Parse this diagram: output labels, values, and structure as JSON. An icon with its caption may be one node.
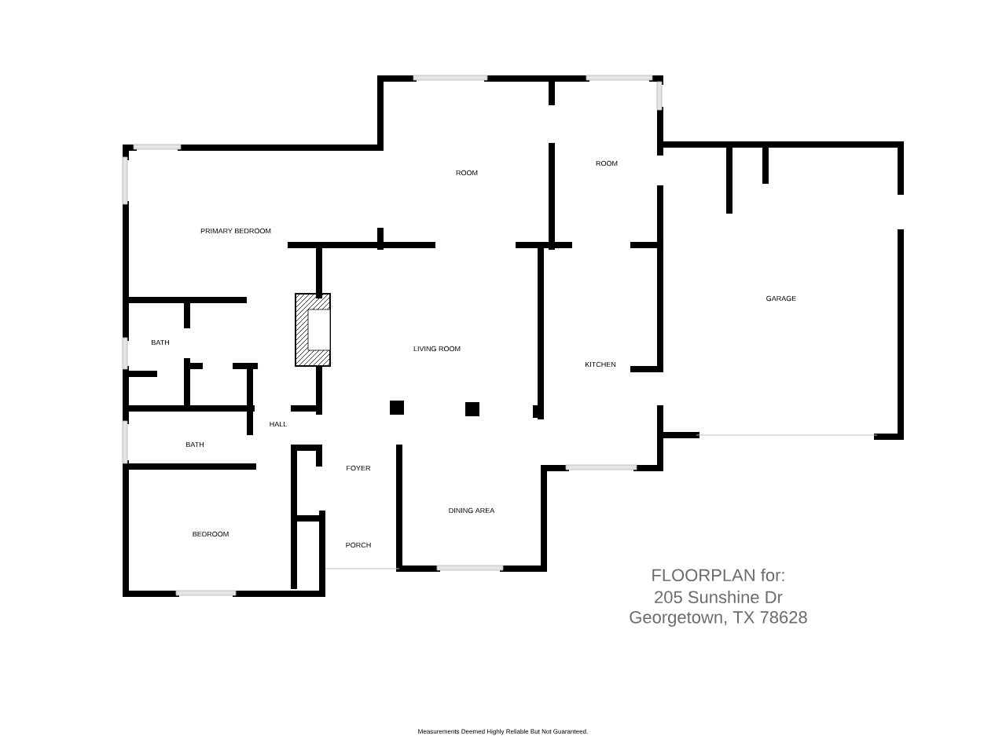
{
  "diagram": {
    "labels": [
      "ROOM",
      "ROOM",
      "PRIMARY BEDROOM",
      "GARAGE",
      "BATH",
      "LIVING ROOM",
      "KITCHEN",
      "HALL",
      "BATH",
      "FOYER",
      "DINING AREA",
      "BEDROOM",
      "PORCH",
      "FLOORPLAN for:",
      "205 Sunshine Dr",
      "Georgetown, TX 78628",
      "Measurements Deemed Highly Reliable But Not Guaranteed."
    ]
  }
}
